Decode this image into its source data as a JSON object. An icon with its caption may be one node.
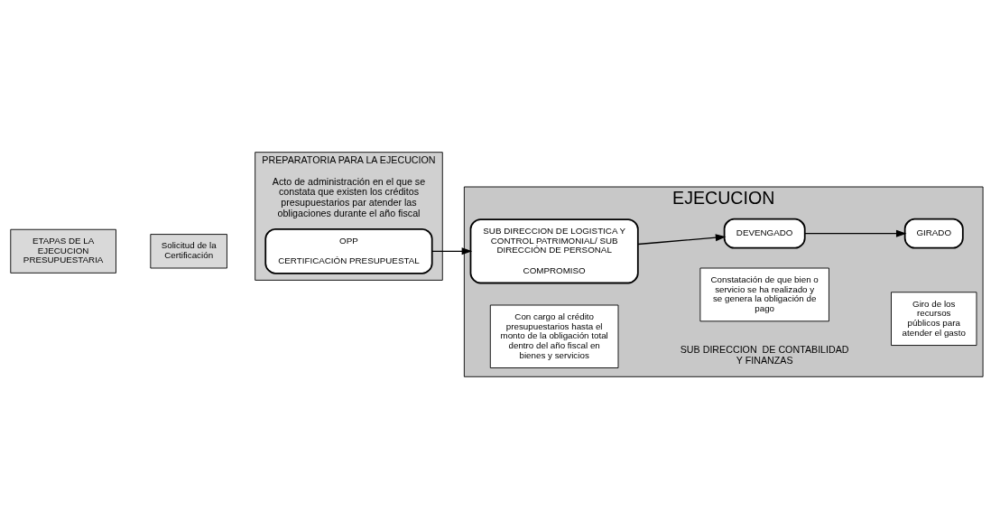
{
  "diagram": {
    "nodes": [
      {
        "text": [
          "ETAPAS DE LA EJECUCION PRESUPUESTARIA"
        ]
      },
      {
        "text": [
          "Solicitud de la Certificación"
        ]
      },
      {
        "text": [
          "PREPARATORIA PARA LA EJECUCION",
          "Acto de administración en el que se constata que existen los créditos presupuestarios par atender las obligaciones durante el año fiscal"
        ]
      },
      {
        "text": [
          "OPP",
          "CERTIFICACIÓN PRESUPUESTAL"
        ],
        "in": 2
      },
      {
        "text": [
          "EJECUCION"
        ]
      },
      {
        "text": [
          "SUB DIRECCION DE LOGISTICA Y CONTROL PATRIMONIAL/ SUB DIRECCIÓN DE PERSONAL",
          "COMPROMISO"
        ],
        "in": 4
      },
      {
        "text": [
          "Con cargo al crédito presupuestarios hasta el monto de la obligación total dentro del año fiscal en bienes y servicios"
        ],
        "in": 4
      },
      {
        "text": [
          "DEVENGADO"
        ],
        "in": 4
      },
      {
        "text": [
          "Constatación de que bien o servicio se ha realizado y se genera la obligación de pago"
        ],
        "in": 4
      },
      {
        "text": [
          "GIRADO"
        ],
        "in": 4
      },
      {
        "text": [
          "Giro de los recursos públicos para atender el gasto"
        ],
        "in": 4
      }
    ],
    "edges": [
      {
        "from": 3,
        "to": 5,
        "arrow": "to"
      },
      {
        "from": 5,
        "to": 7,
        "arrow": "to"
      },
      {
        "from": 7,
        "to": 9,
        "arrow": "to"
      }
    ],
    "labels": [
      "SUB DIRECCION  DE CONTABILIDAD Y FINANZAS"
    ]
  }
}
